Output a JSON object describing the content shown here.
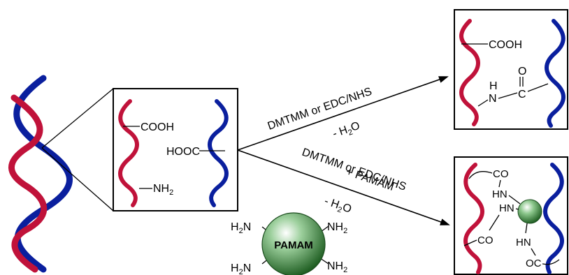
{
  "colors": {
    "strand_red": "#c0123a",
    "strand_blue": "#0a1f9e",
    "strand_blue_light": "#2a4fb0",
    "sphere_green": "#2e7d32"
  },
  "center_box": {
    "cooh": "COOH",
    "nh2": "NH",
    "nh2_sub": "2",
    "hooc": "HOOC"
  },
  "upper_arrow": {
    "reagent": "DMTMM or EDC/NHS",
    "byproduct_prefix": "- H",
    "byproduct_sub": "2",
    "byproduct_suffix": "O"
  },
  "lower_arrow": {
    "reagent_line1": "DMTMM or EDC/NHS",
    "reagent_line2": "+ PAMAM",
    "byproduct_prefix": "- H",
    "byproduct_sub": "2",
    "byproduct_suffix": "O"
  },
  "top_right_box": {
    "cooh": "COOH",
    "carbonyl_o": "O",
    "amide_h": "H",
    "amide_n": "N",
    "amide_c": "C"
  },
  "bottom_right_box": {
    "co_top": "CO",
    "hn_1": "HN",
    "hn_2": "HN",
    "co_mid": "CO",
    "hn_3": "HN",
    "oc_bottom": "OC"
  },
  "pamam": {
    "label": "PAMAM",
    "amine_h2": "H",
    "amine_sub": "2",
    "amine_n": "N",
    "amine_nh": "NH"
  }
}
